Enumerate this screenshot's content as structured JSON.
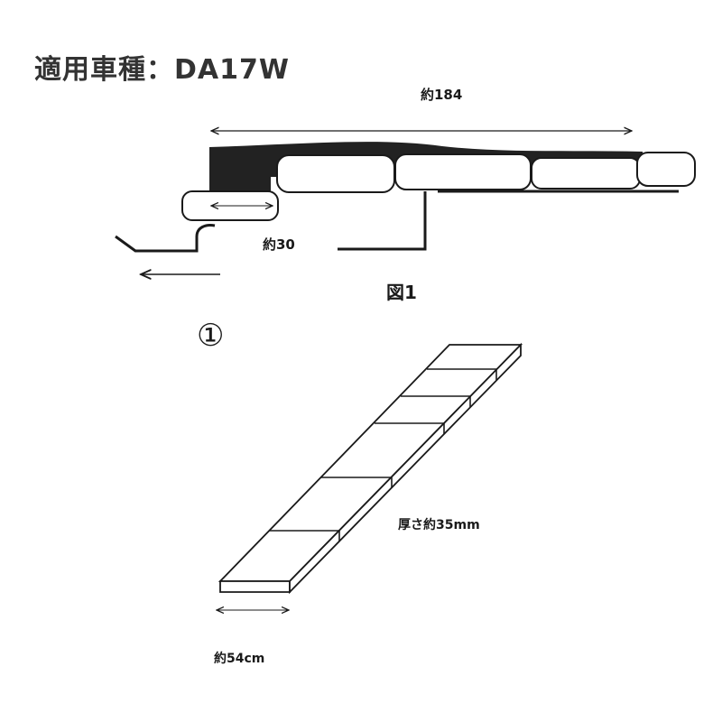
{
  "page_title": "適用車種：DA17W",
  "figure1": {
    "total_length_label": "約184",
    "step_length_label": "約30",
    "caption": "図1"
  },
  "figure2": {
    "number_label": "①",
    "thickness_label": "厚さ約35mm",
    "width_label": "約54cm"
  },
  "colors": {
    "ink": "#1a1a1a",
    "fill_dark": "#222222",
    "background": "#ffffff"
  }
}
